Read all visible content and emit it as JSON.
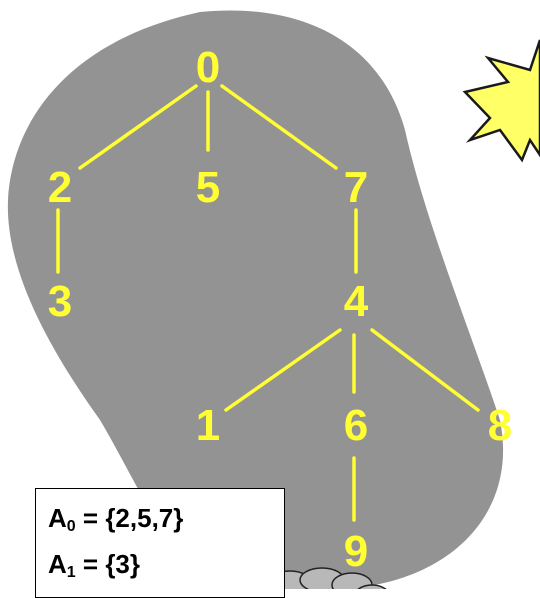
{
  "colors": {
    "blob": "#939393",
    "accent": "#ffff33",
    "burst": "#ffff66",
    "burst_stroke": "#1a1a1a",
    "cloud": "#b8b8b8"
  },
  "tree": {
    "nodes": [
      {
        "id": "n0",
        "label": "0"
      },
      {
        "id": "n2",
        "label": "2"
      },
      {
        "id": "n5",
        "label": "5"
      },
      {
        "id": "n7",
        "label": "7"
      },
      {
        "id": "n3",
        "label": "3"
      },
      {
        "id": "n4",
        "label": "4"
      },
      {
        "id": "n1",
        "label": "1"
      },
      {
        "id": "n6",
        "label": "6"
      },
      {
        "id": "n8",
        "label": "8"
      },
      {
        "id": "n9",
        "label": "9"
      }
    ],
    "edges": [
      [
        "0",
        "2"
      ],
      [
        "0",
        "5"
      ],
      [
        "0",
        "7"
      ],
      [
        "2",
        "3"
      ],
      [
        "7",
        "4"
      ],
      [
        "4",
        "1"
      ],
      [
        "4",
        "6"
      ],
      [
        "4",
        "8"
      ],
      [
        "6",
        "9"
      ]
    ]
  },
  "legend": {
    "lines": [
      {
        "name": "A",
        "sub": "0",
        "value": " = {2,5,7}"
      },
      {
        "name": "A",
        "sub": "1",
        "value": " = {3}"
      }
    ]
  },
  "icons": [
    "starburst-icon",
    "cloud-icon"
  ]
}
